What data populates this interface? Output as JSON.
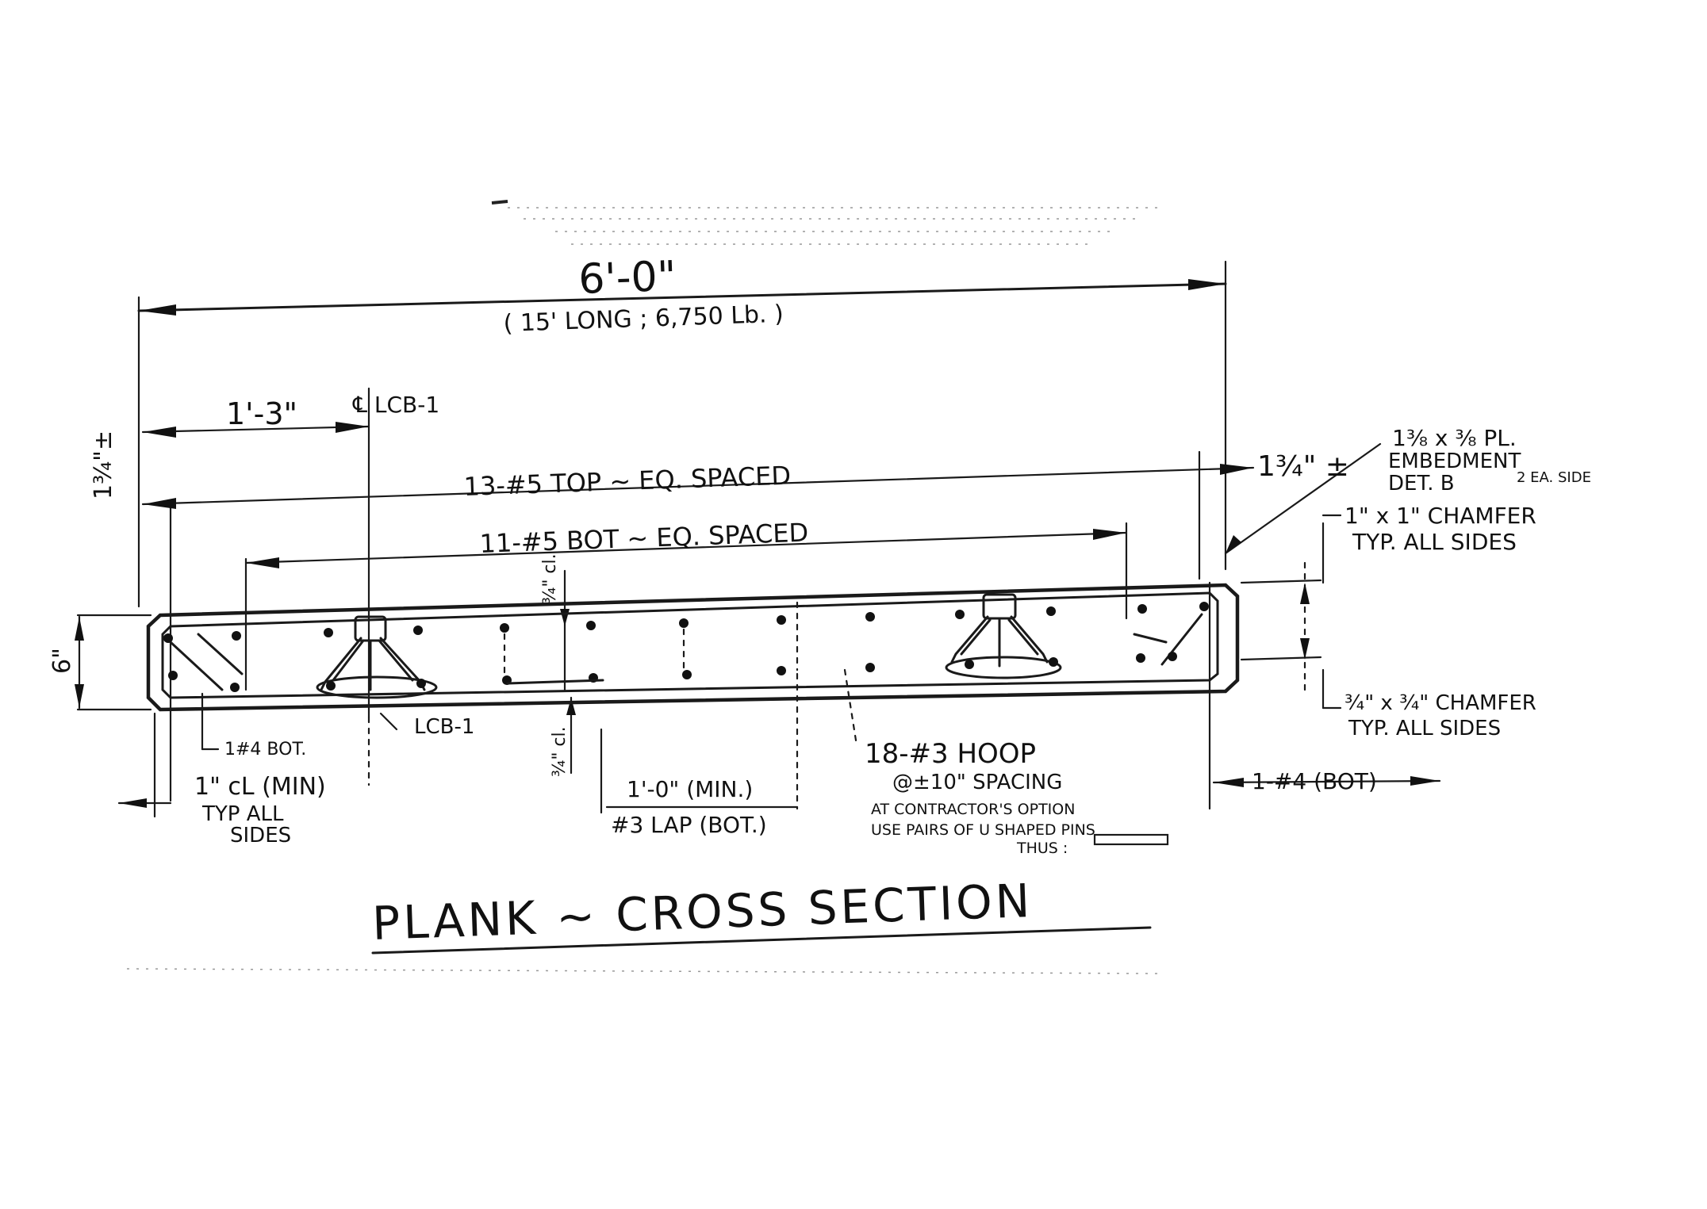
{
  "title": "PLANK ~ CROSS SECTION",
  "dims": {
    "overall_width": "6'-0\"",
    "overall_note": "( 15' LONG ; 6,750 Lb. )",
    "lcb_offset": "1'-3\"",
    "lcb_centerline": "℄ LCB-1",
    "left_edge_cover": "1¾\"±",
    "right_edge_cover": "1¾\" ±",
    "depth": "6\"",
    "top_cover": "¾\" cl.",
    "bottom_cover": "¾\" cl.",
    "side_cover_line1": "1\" cL (MIN)",
    "side_cover_line2": "TYP ALL",
    "side_cover_line3": "SIDES"
  },
  "rebar": {
    "top_bars": "13-#5 TOP ~ EQ. SPACED",
    "bottom_bars": "11-#5 BOT ~ EQ. SPACED",
    "corner_bar": "1#4 BOT.",
    "lcb_tag": "LCB-1",
    "lap_line1": "1'-0\" (MIN.)",
    "lap_line2": "#3 LAP (BOT.)",
    "hoops_line1": "18-#3 HOOP",
    "hoops_line2": "@±10\" SPACING",
    "hoops_line3": "AT CONTRACTOR'S OPTION",
    "hoops_line4": "USE PAIRS OF U SHAPED PINS",
    "hoops_line5": "THUS :",
    "right_bar": "1-#4 (BOT)"
  },
  "notes": {
    "embed_line1": "1⅜ x ⅜ PL.",
    "embed_line2": "EMBEDMENT",
    "embed_line3": "DET. B",
    "embed_line4": "2 EA. SIDE",
    "chamfer1_line1": "1\" x 1\" CHAMFER",
    "chamfer1_line2": "TYP. ALL SIDES",
    "chamfer2_line1": "¾\" x ¾\" CHAMFER",
    "chamfer2_line2": "TYP. ALL SIDES"
  }
}
